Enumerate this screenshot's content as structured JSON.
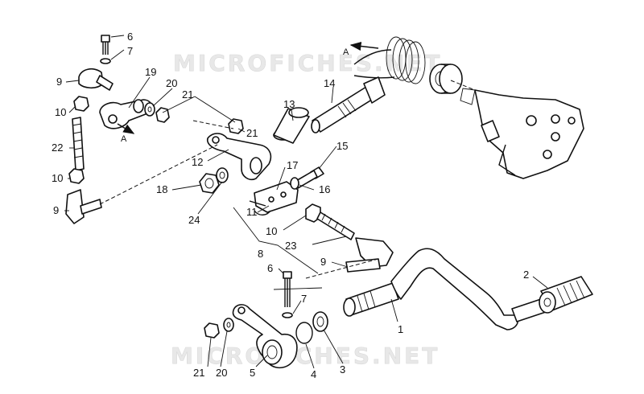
{
  "watermark": {
    "top": "MICROFICHES.NET",
    "bottom": "MICROFICHES.NET"
  },
  "arrow_label": "A",
  "callouts": {
    "c1": "1",
    "c2": "2",
    "c3": "3",
    "c4": "4",
    "c5": "5",
    "c6_top": "6",
    "c6_bottom": "6",
    "c7_top": "7",
    "c7_bottom": "7",
    "c8": "8",
    "c9_top": "9",
    "c9_left": "9",
    "c9_mid": "9",
    "c10_a": "10",
    "c10_b": "10",
    "c10_c": "10",
    "c11": "11",
    "c12": "12",
    "c13": "13",
    "c14": "14",
    "c15": "15",
    "c16": "16",
    "c17": "17",
    "c18": "18",
    "c19": "19",
    "c20_top": "20",
    "c20_bottom": "20",
    "c21_top": "21",
    "c21_mid": "21",
    "c21_bottom": "21",
    "c22": "22",
    "c23": "23",
    "c24": "24"
  }
}
